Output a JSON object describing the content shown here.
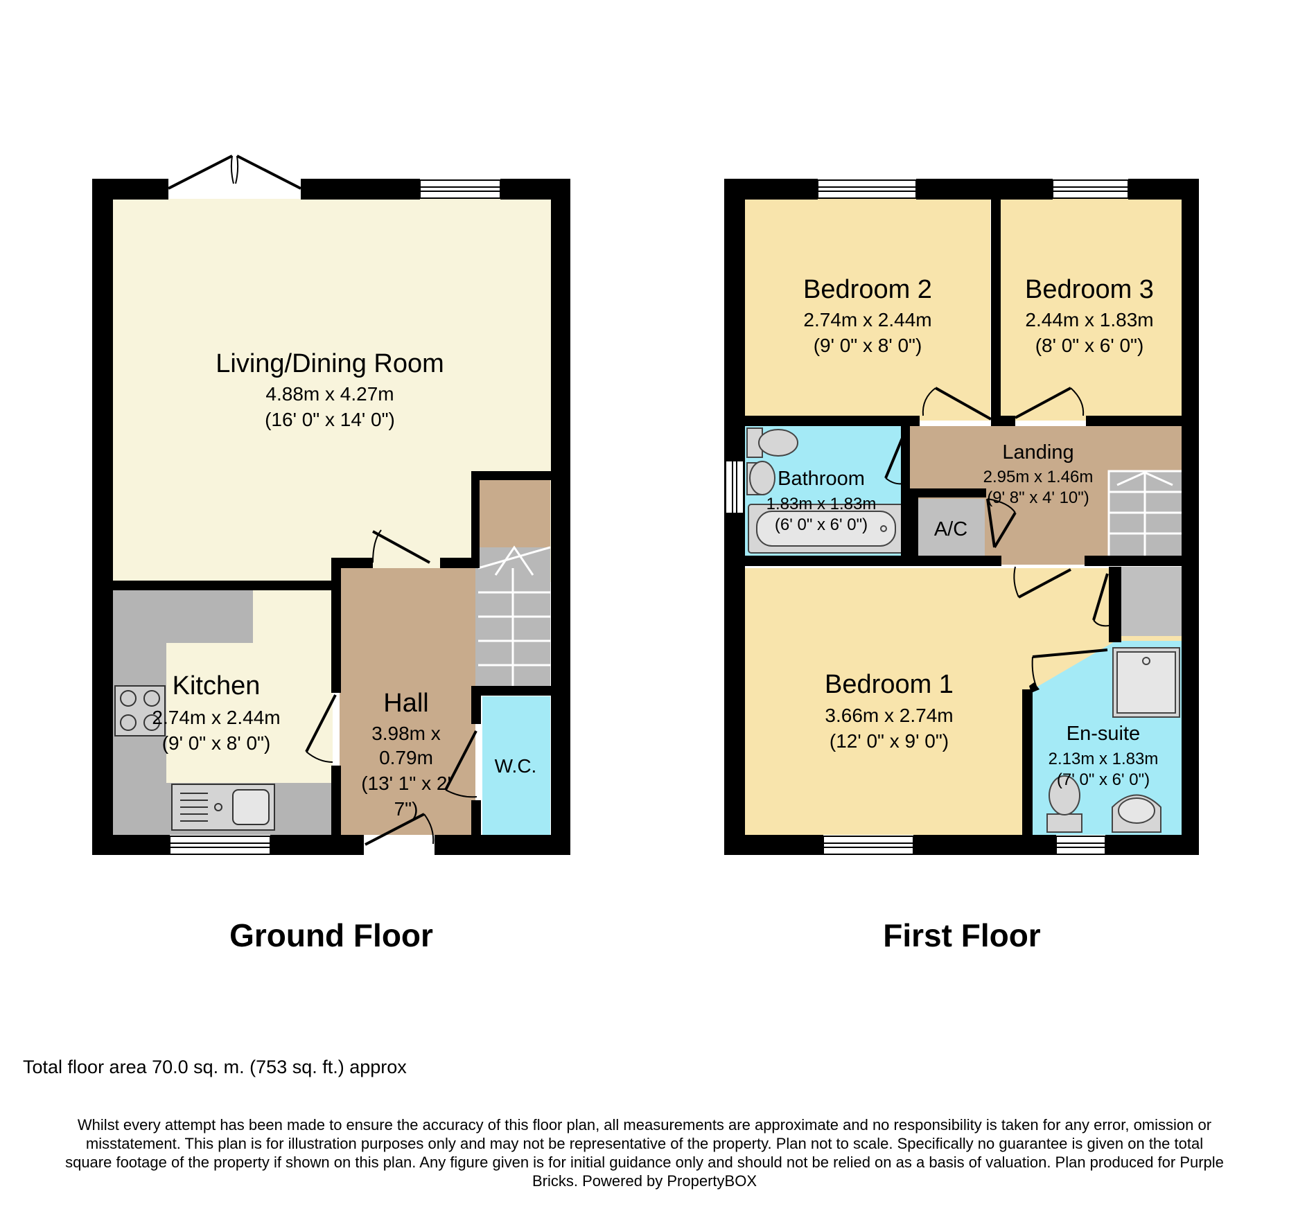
{
  "colors": {
    "wall": "#000000",
    "living": "#f8f4dc",
    "hall": "#c8ab8c",
    "bedroom": "#f8e4ac",
    "wet_room": "#a4eaf6",
    "fixture_grey": "#b4b4b4",
    "stairs": "#b8b8b8"
  },
  "floors": {
    "ground": {
      "title": "Ground Floor",
      "rooms": {
        "living": {
          "name": "Living/Dining Room",
          "metric": "4.88m x 4.27m",
          "imperial": "(16' 0\" x 14' 0\")"
        },
        "kitchen": {
          "name": "Kitchen",
          "metric": "2.74m x 2.44m",
          "imperial": "(9' 0\" x 8' 0\")"
        },
        "hall": {
          "name": "Hall",
          "metric_line1": "3.98m x",
          "metric_line2": "0.79m",
          "imperial_line1": "(13' 1\" x 2'",
          "imperial_line2": "7\")"
        },
        "wc": {
          "name": "W.C."
        }
      }
    },
    "first": {
      "title": "First Floor",
      "rooms": {
        "bedroom2": {
          "name": "Bedroom 2",
          "metric": "2.74m x 2.44m",
          "imperial": "(9' 0\" x 8' 0\")"
        },
        "bedroom3": {
          "name": "Bedroom 3",
          "metric": "2.44m x 1.83m",
          "imperial": "(8' 0\" x 6' 0\")"
        },
        "landing": {
          "name": "Landing",
          "metric": "2.95m x 1.46m",
          "imperial": "(9' 8\" x 4' 10\")"
        },
        "bathroom": {
          "name": "Bathroom",
          "metric": "1.83m x 1.83m",
          "imperial": "(6' 0\" x 6' 0\")"
        },
        "ac": {
          "name": "A/C"
        },
        "bedroom1": {
          "name": "Bedroom 1",
          "metric": "3.66m x 2.74m",
          "imperial": "(12' 0\" x 9' 0\")"
        },
        "ensuite": {
          "name": "En-suite",
          "metric": "2.13m x 1.83m",
          "imperial": "(7' 0\" x 6' 0\")"
        }
      }
    }
  },
  "total_area": "Total floor area 70.0 sq. m. (753 sq. ft.) approx",
  "disclaimer": [
    "Whilst every attempt has been made to ensure the accuracy of this floor plan, all measurements are approximate and no responsibility is taken for any error, omission or",
    "misstatement. This plan is for illustration purposes only and may not be representative of the property. Plan not to scale. Specifically no guarantee is given on the total",
    "square footage of the property if shown on this plan. Any figure given is for initial guidance only and should not be relied on as a basis of valuation.  Plan produced for Purple",
    "Bricks. Powered by PropertyBOX"
  ]
}
